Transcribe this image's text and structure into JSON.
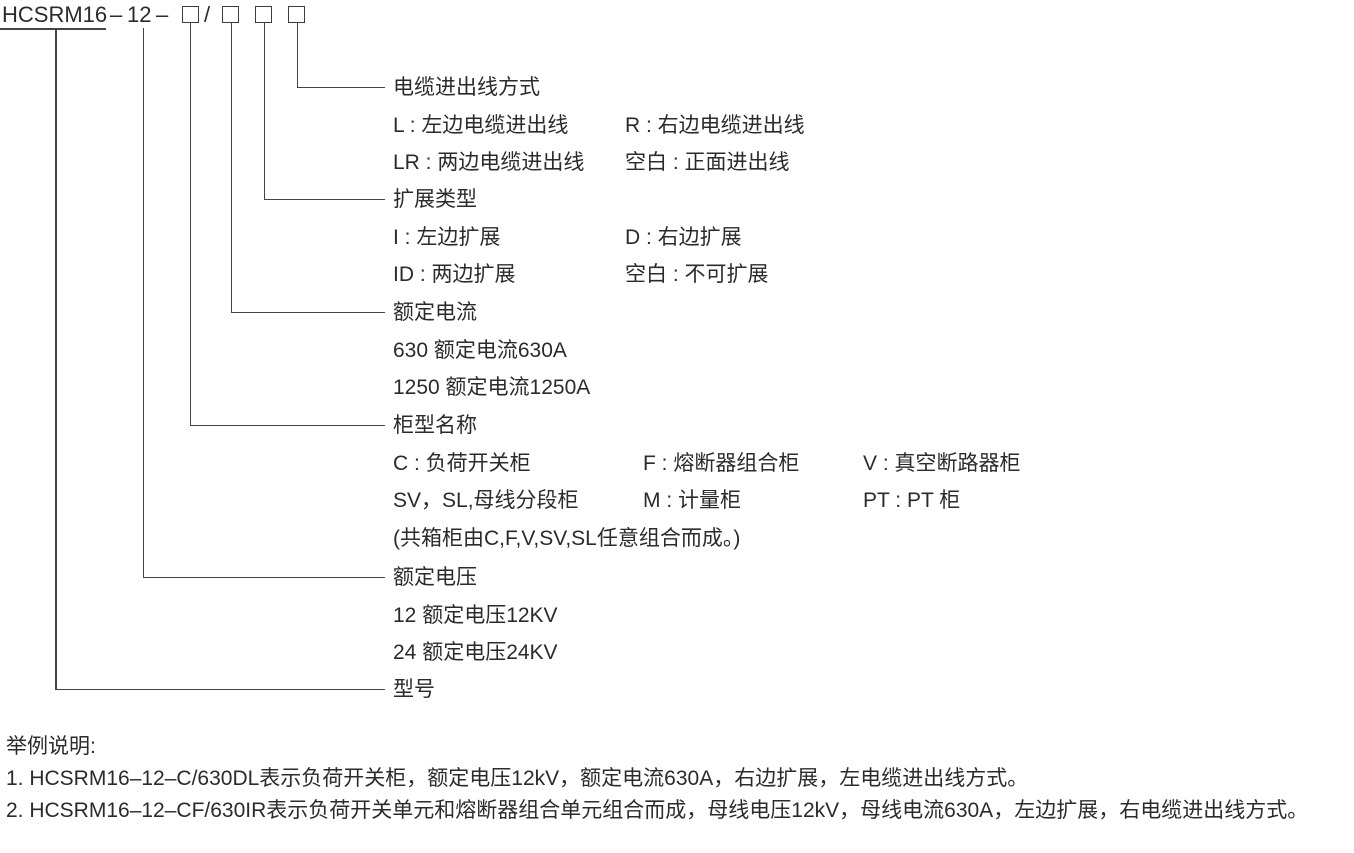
{
  "model": {
    "name": "HCSRM16",
    "dash1": "–",
    "voltage_code": "12",
    "dash2": "–",
    "slash": "/"
  },
  "groups": {
    "cable": {
      "label": "电缆进出线方式",
      "rows": [
        [
          "L : 左边电缆进出线",
          "R : 右边电缆进出线"
        ],
        [
          "LR : 两边电缆进出线",
          "空白 : 正面进出线"
        ]
      ]
    },
    "expand": {
      "label": "扩展类型",
      "rows": [
        [
          "I : 左边扩展",
          "D : 右边扩展"
        ],
        [
          "ID : 两边扩展",
          "空白 : 不可扩展"
        ]
      ]
    },
    "current": {
      "label": "额定电流",
      "rows": [
        [
          "630 额定电流630A"
        ],
        [
          "1250 额定电流1250A"
        ]
      ]
    },
    "cabinet": {
      "label": "柜型名称",
      "rows": [
        [
          "C : 负荷开关柜",
          "F : 熔断器组合柜",
          "V : 真空断路器柜"
        ],
        [
          "SV，SL,母线分段柜",
          "M : 计量柜",
          "PT : PT 柜"
        ],
        [
          "(共箱柜由C,F,V,SV,SL任意组合而成。)"
        ]
      ]
    },
    "voltage": {
      "label": "额定电压",
      "rows": [
        [
          "12 额定电压12KV"
        ],
        [
          "24 额定电压24KV"
        ]
      ]
    },
    "model_name": {
      "label": "型号"
    }
  },
  "examples": {
    "title": "举例说明:",
    "items": [
      "1. HCSRM16–12–C/630DL表示负荷开关柜，额定电压12kV，额定电流630A，右边扩展，左电缆进出线方式。",
      "2. HCSRM16–12–CF/630IR表示负荷开关单元和熔断器组合单元组合而成，母线电压12kV，母线电流630A，左边扩展，右电缆进出线方式。"
    ]
  }
}
